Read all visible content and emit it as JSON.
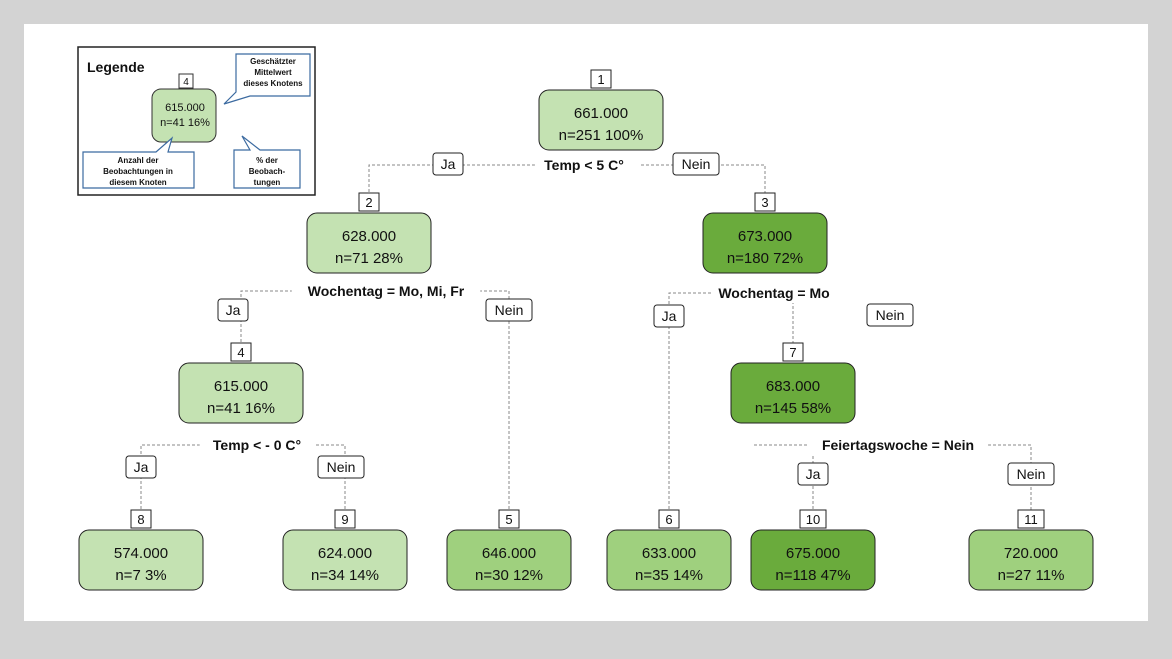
{
  "legend": {
    "title": "Legende",
    "node_number": "4",
    "node_value": "615.000",
    "node_stats": "n=41  16%",
    "callout_top": [
      "Geschätzter",
      "Mittelwert",
      "dieses Knotens"
    ],
    "callout_left": [
      "Anzahl der",
      "Beobachtungen in",
      "diesem Knoten"
    ],
    "callout_right": [
      "% der",
      "Beobach-",
      "tungen"
    ]
  },
  "nodes": [
    {
      "id": "1",
      "value": "661.000",
      "stats": "n=251  100%",
      "level": 0.25
    },
    {
      "id": "2",
      "value": "628.000",
      "stats": "n=71  28%",
      "level": 0.2
    },
    {
      "id": "3",
      "value": "673.000",
      "stats": "n=180  72%",
      "level": 0.85
    },
    {
      "id": "4",
      "value": "615.000",
      "stats": "n=41  16%",
      "level": 0.22
    },
    {
      "id": "5",
      "value": "646.000",
      "stats": "n=30  12%",
      "level": 0.45
    },
    {
      "id": "6",
      "value": "633.000",
      "stats": "n=35  14%",
      "level": 0.4
    },
    {
      "id": "7",
      "value": "683.000",
      "stats": "n=145  58%",
      "level": 0.85
    },
    {
      "id": "8",
      "value": "574.000",
      "stats": "n=7  3%",
      "level": 0.22
    },
    {
      "id": "9",
      "value": "624.000",
      "stats": "n=34  14%",
      "level": 0.22
    },
    {
      "id": "10",
      "value": "675.000",
      "stats": "n=118  47%",
      "level": 0.85
    },
    {
      "id": "11",
      "value": "720.000",
      "stats": "n=27  11%",
      "level": 0.45
    }
  ],
  "splits": [
    {
      "node": "1",
      "label": "Temp < 5 C°",
      "yes": "Ja",
      "no": "Nein"
    },
    {
      "node": "2",
      "label": "Wochentag = Mo, Mi, Fr",
      "yes": "Ja",
      "no": "Nein"
    },
    {
      "node": "3",
      "label": "Wochentag = Mo",
      "yes": "Ja",
      "no": "Nein"
    },
    {
      "node": "4",
      "label": "Temp < - 0 C°",
      "yes": "Ja",
      "no": "Nein"
    },
    {
      "node": "7",
      "label": "Feiertagswoche = Nein",
      "yes": "Ja",
      "no": "Nein"
    }
  ],
  "colors": {
    "light": "#c4e2b2",
    "medium": "#9fd07e",
    "dark": "#6aab3c",
    "edge": "#888888"
  }
}
